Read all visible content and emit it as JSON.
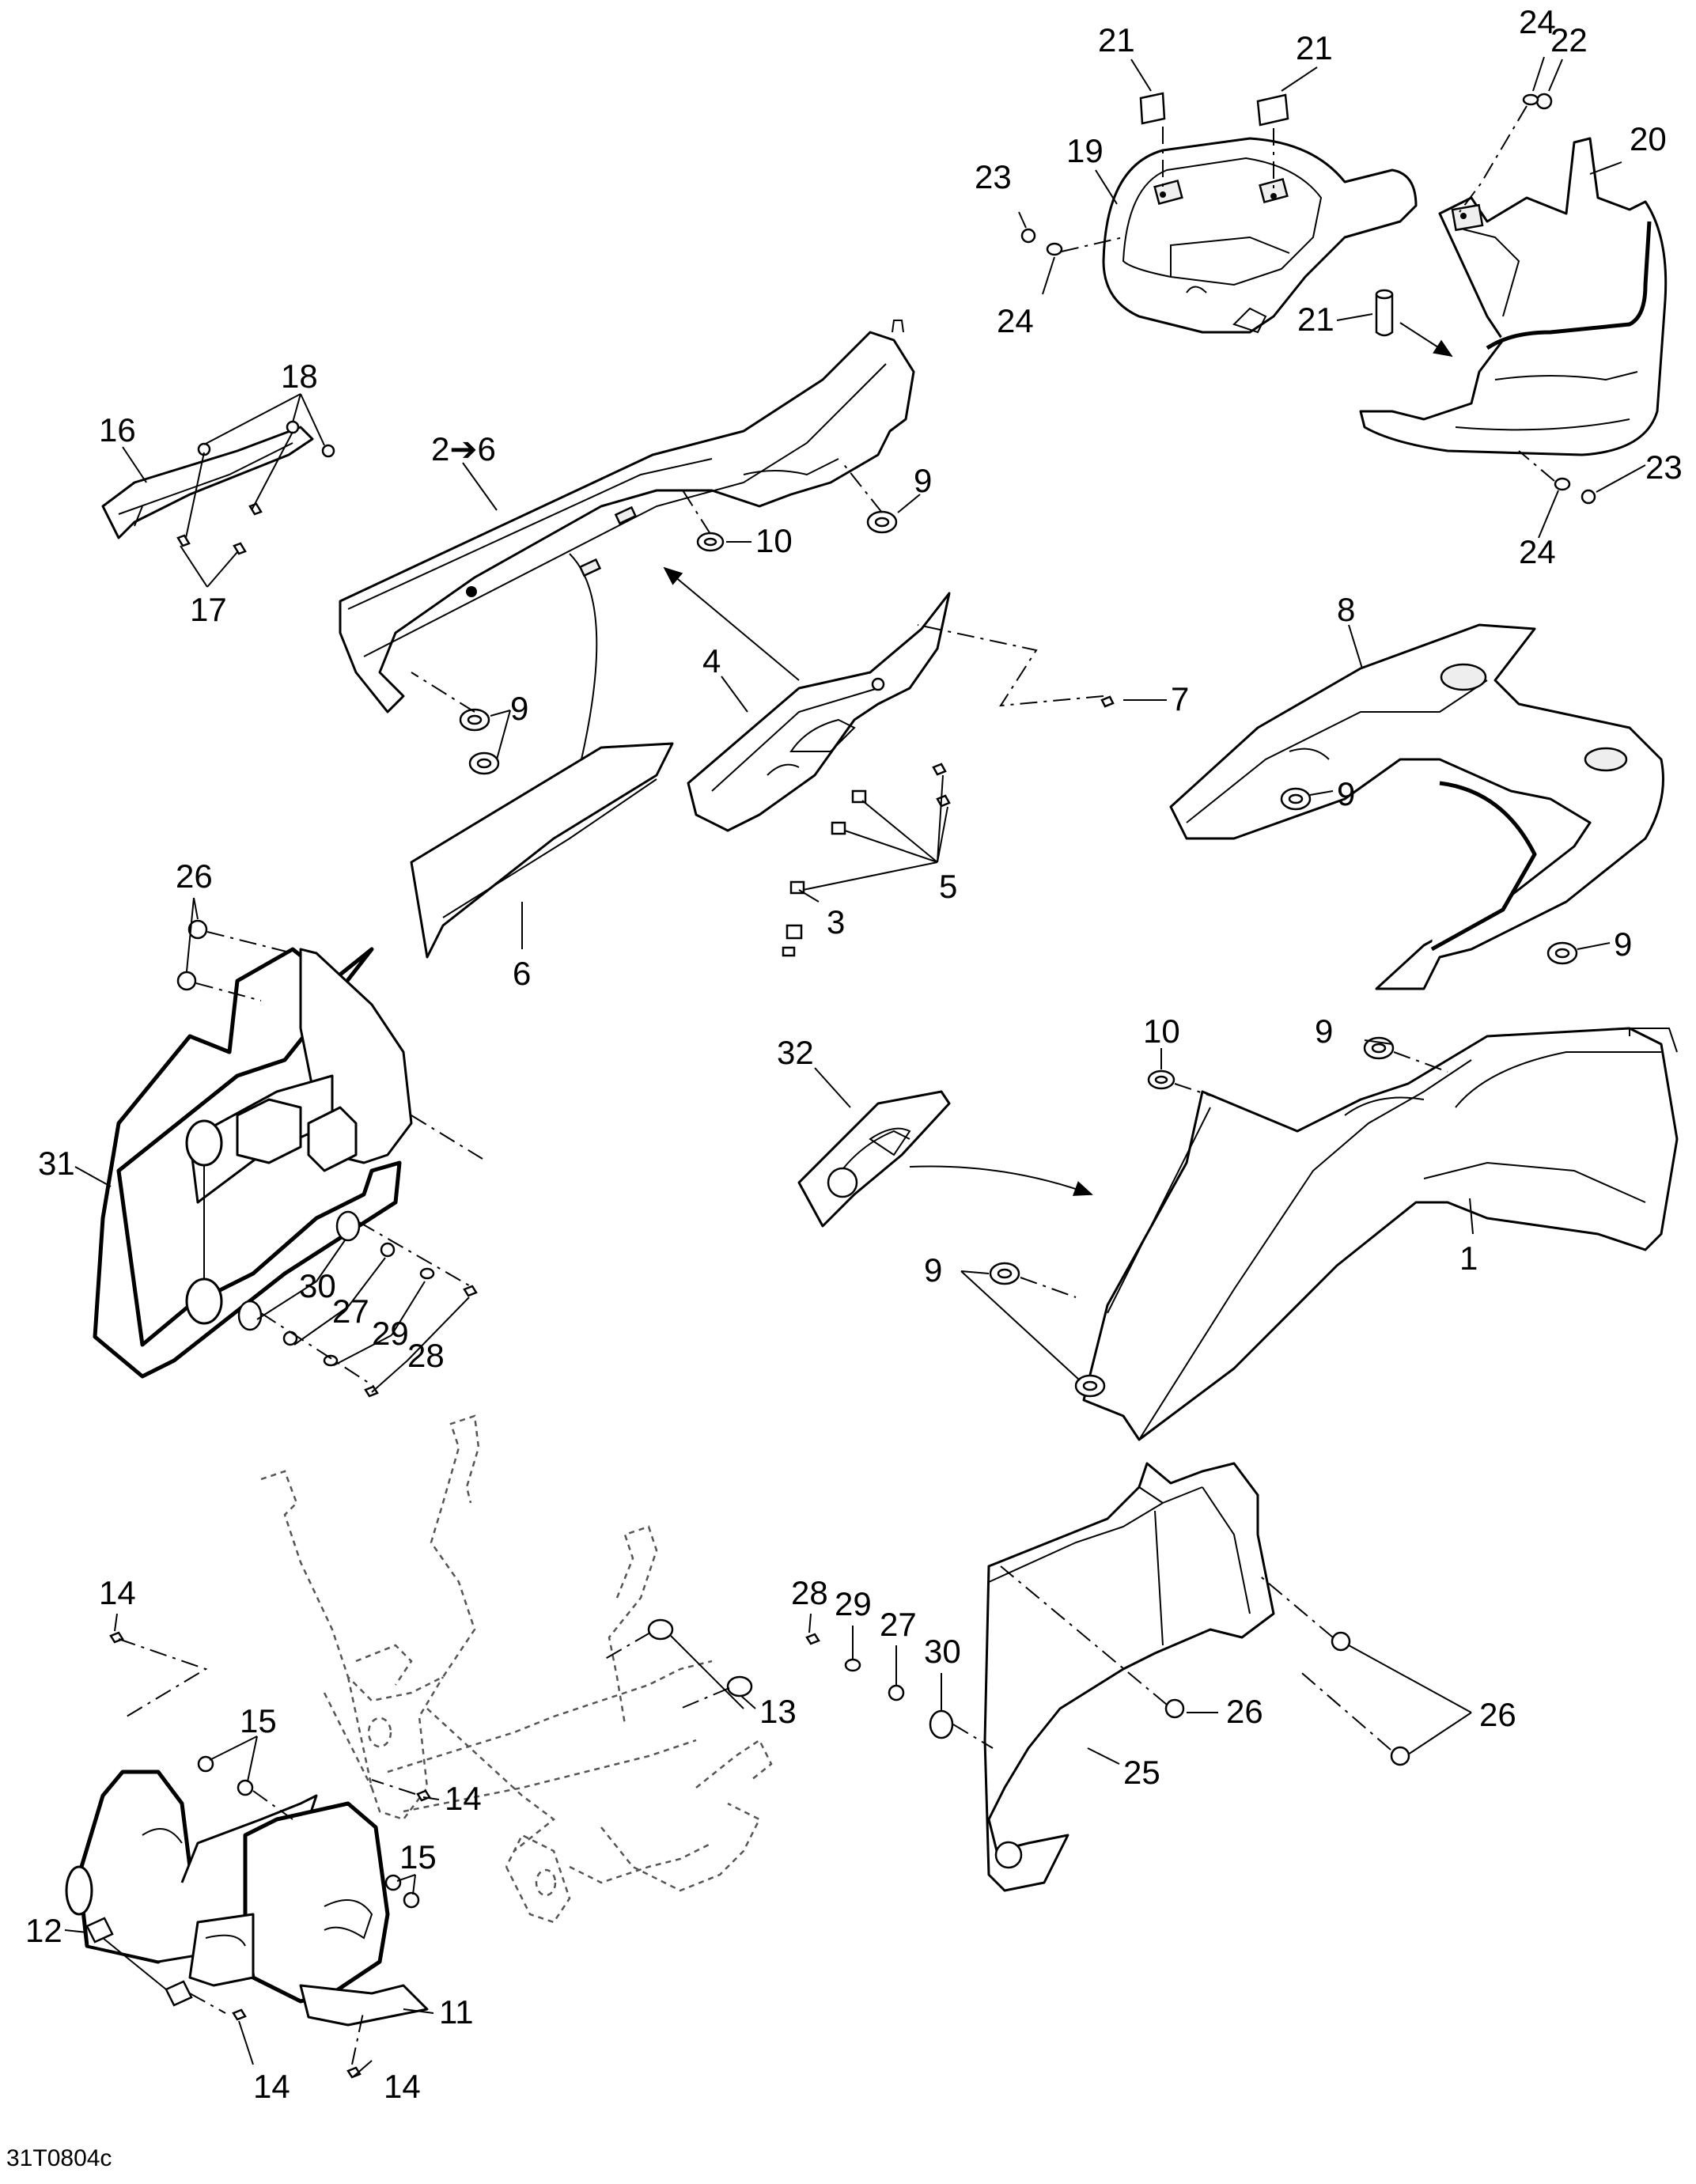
{
  "doc_code": "31T0804c",
  "callouts": [
    "1",
    "2➔6",
    "3",
    "4",
    "5",
    "6",
    "7",
    "8",
    "9",
    "10",
    "11",
    "12",
    "13",
    "14",
    "15",
    "16",
    "17",
    "18",
    "19",
    "20",
    "21",
    "22",
    "23",
    "24",
    "25",
    "26",
    "27",
    "28",
    "29",
    "30",
    "31",
    "32"
  ]
}
